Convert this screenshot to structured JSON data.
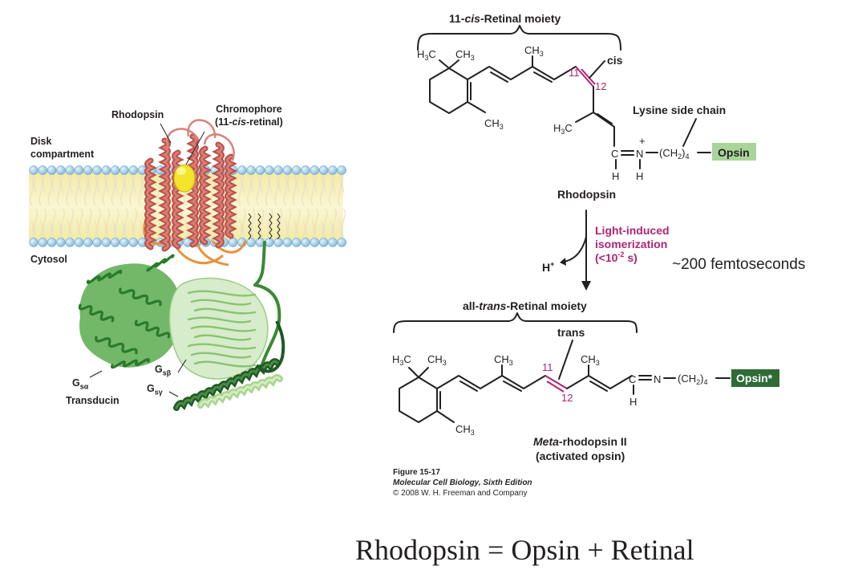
{
  "membrane_panel": {
    "label_rhodopsin": "Rhodopsin",
    "label_chromophore_line1": "Chromophore",
    "label_chromophore_line2_pre": "(11-",
    "label_chromophore_line2_em": "cis",
    "label_chromophore_line2_post": "-retinal)",
    "label_disk_line1": "Disk",
    "label_disk_line2": "compartment",
    "label_cytosol": "Cytosol",
    "label_g_alpha": "G",
    "label_g_alpha_sub": "sα",
    "label_g_beta": "G",
    "label_g_beta_sub": "sβ",
    "label_g_gamma": "G",
    "label_g_gamma_sub": "sγ",
    "label_transducin": "Transducin"
  },
  "cis_structure": {
    "moiety_pre": "11-",
    "moiety_em": "cis",
    "moiety_post": "-Retinal moiety",
    "cis_label": "cis",
    "num_11": "11",
    "num_12": "12",
    "lysine_label": "Lysine side chain",
    "opsin_box": "Opsin",
    "name": "Rhodopsin"
  },
  "reaction": {
    "line1": "Light-induced",
    "line2": "isomerization",
    "line3_pre": "(<10",
    "line3_sup": "-2",
    "line3_post": " s)",
    "proton": "H",
    "proton_sup": "+"
  },
  "femtoseconds": "~200 femtoseconds",
  "trans_structure": {
    "moiety_pre": "all-",
    "moiety_em": "trans",
    "moiety_post": "-Retinal moiety",
    "trans_label": "trans",
    "num_11": "11",
    "num_12": "12",
    "opsin_box": "Opsin*",
    "name_em": "Meta",
    "name_post": "-rhodopsin II",
    "name_line2": "(activated opsin)"
  },
  "figure_credit": {
    "number": "Figure 15-17",
    "book": "Molecular Cell Biology, Sixth Edition",
    "publisher": "© 2008 W. H. Freeman and Company"
  },
  "caption": "Rhodopsin = Opsin + Retinal",
  "colors": {
    "magenta": "#b0246e",
    "opsin_box_bg": "#a9d59b",
    "opsin_star_bg": "#2e6b35",
    "membrane_yellow": "#f7efab",
    "lipid_head": "#aad3ee",
    "helix_red": "#c5605a",
    "transducin_green": "#3f9a3a",
    "light_green": "#a8d48e",
    "dark_green": "#1f5a24"
  }
}
